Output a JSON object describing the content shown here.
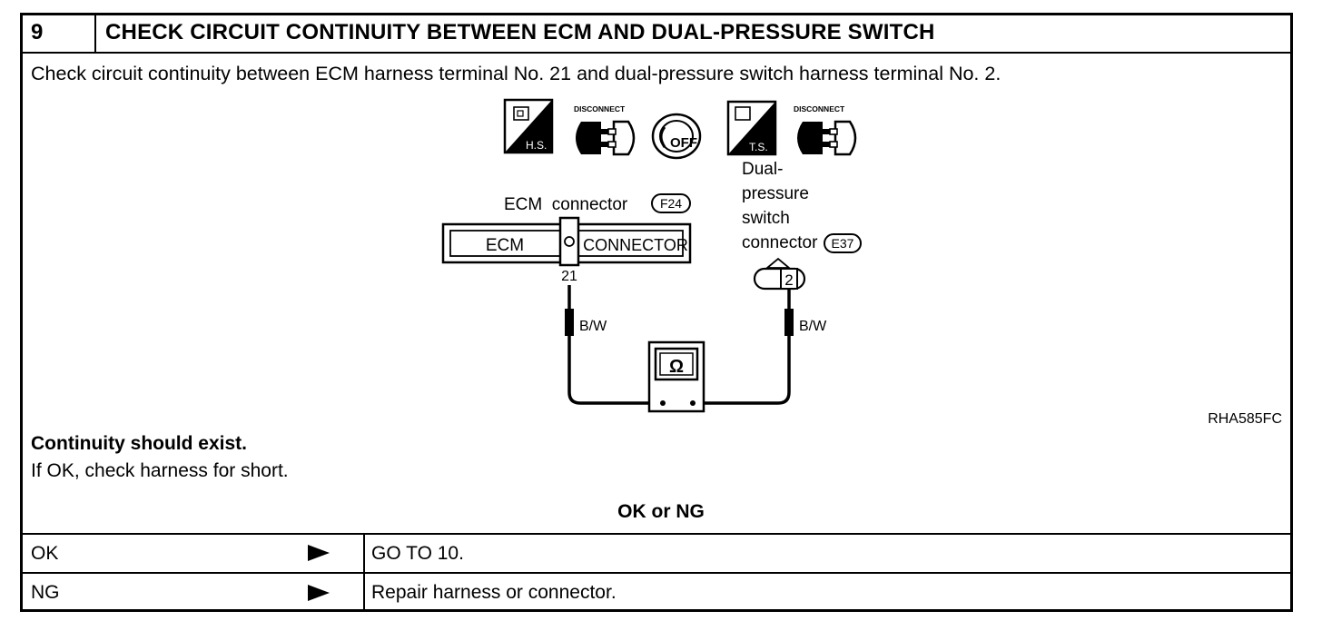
{
  "header": {
    "step_number": "9",
    "title": "CHECK CIRCUIT CONTINUITY BETWEEN ECM AND DUAL-PRESSURE SWITCH"
  },
  "instruction": "Check circuit continuity between ECM harness terminal No. 21 and dual-pressure switch harness terminal No. 2.",
  "diagram": {
    "icons": {
      "hs_label": "H.S.",
      "disconnect_label_1": "DISCONNECT",
      "off_label": "OFF",
      "ts_label": "T.S.",
      "disconnect_label_2": "DISCONNECT"
    },
    "ecm_connector_label": "ECM  connector",
    "ecm_connector_code": "F24",
    "ecm_box_left": "ECM",
    "ecm_box_right": "CONNECTOR",
    "ecm_terminal": "21",
    "switch_label_line1": "Dual-",
    "switch_label_line2": "pressure",
    "switch_label_line3": "switch",
    "switch_label_line4": "connector",
    "switch_connector_code": "E37",
    "switch_terminal": "2",
    "wire_left_color": "B/W",
    "wire_right_color": "B/W",
    "meter_symbol": "Ω",
    "figure_code": "RHA585FC"
  },
  "result": {
    "bold": "Continuity should exist.",
    "text": "If OK, check harness for short."
  },
  "decision": {
    "title": "OK or NG",
    "rows": [
      {
        "condition": "OK",
        "action": "GO TO 10."
      },
      {
        "condition": "NG",
        "action": "Repair harness or connector."
      }
    ]
  }
}
